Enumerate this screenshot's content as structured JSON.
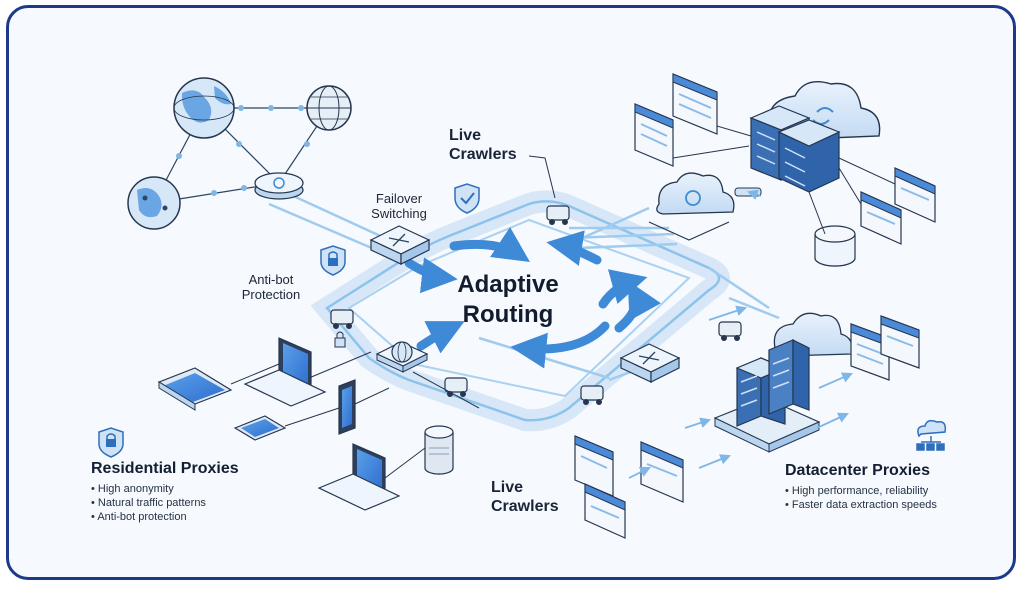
{
  "center": {
    "title_line1": "Adaptive",
    "title_line2": "Routing"
  },
  "labels": {
    "failover_line1": "Failover",
    "failover_line2": "Switching",
    "antibot_line1": "Anti-bot",
    "antibot_line2": "Protection",
    "live_crawlers_top_line1": "Live",
    "live_crawlers_top_line2": "Crawlers",
    "live_crawlers_bottom_line1": "Live",
    "live_crawlers_bottom_line2": "Crawlers"
  },
  "residential": {
    "title": "Residential Proxies",
    "features": [
      "High anonymity",
      "Natural traffic patterns",
      "Anti-bot protection"
    ]
  },
  "datacenter": {
    "title": "Datacenter Proxies",
    "features": [
      "High performance, reliability",
      "Faster data extraction speeds"
    ]
  },
  "colors": {
    "frame": "#1d3a8a",
    "accent": "#4a90d9",
    "light_blue": "#cfe2f6",
    "flow": "#8cc3ec",
    "text": "#141f33"
  },
  "icons": [
    "globe-icon",
    "shield-check-icon",
    "lock-icon",
    "server-rack-icon",
    "cloud-icon",
    "laptop-icon",
    "tablet-icon",
    "phone-icon",
    "smart-speaker-icon",
    "router-icon",
    "crawler-robot-icon",
    "browser-window-icon",
    "database-icon",
    "network-hierarchy-icon"
  ]
}
